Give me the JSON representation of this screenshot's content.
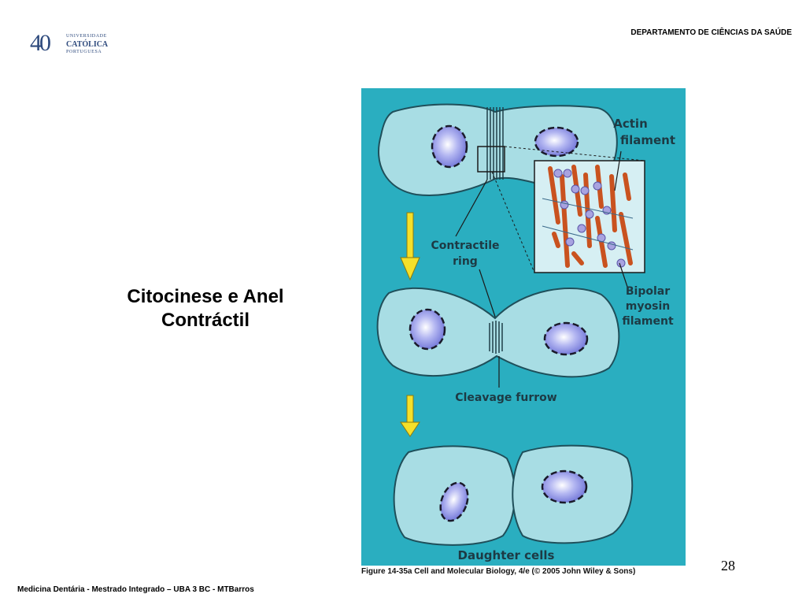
{
  "header": {
    "logo_number": "40",
    "logo_line1": "UNIVERSIDADE",
    "logo_line2": "CATÓLICA",
    "logo_line3": "PORTUGUESA",
    "department": "DEPARTAMENTO DE CIÊNCIAS DA SAÚDE"
  },
  "slide": {
    "title_line1": "Citocinese e Anel",
    "title_line2": "Contráctil",
    "page_number": "28"
  },
  "figure": {
    "labels": {
      "actin_1": "Actin",
      "actin_2": "filament",
      "ring_1": "Contractile",
      "ring_2": "ring",
      "myosin_1": "Bipolar",
      "myosin_2": "myosin",
      "myosin_3": "filament",
      "furrow": "Cleavage furrow",
      "daughter": "Daughter cells"
    },
    "caption": "Figure 14-35a  Cell and Molecular Biology, 4/e (© 2005 John Wiley & Sons)",
    "colors": {
      "background": "#2aaec0",
      "cell": "#a8dde4",
      "nucleus": "#8a8fe0",
      "actin": "#d9602a",
      "arrow": "#f5e02a"
    }
  },
  "footer": {
    "text": "Medicina Dentária - Mestrado Integrado – UBA 3 BC - MTBarros"
  }
}
